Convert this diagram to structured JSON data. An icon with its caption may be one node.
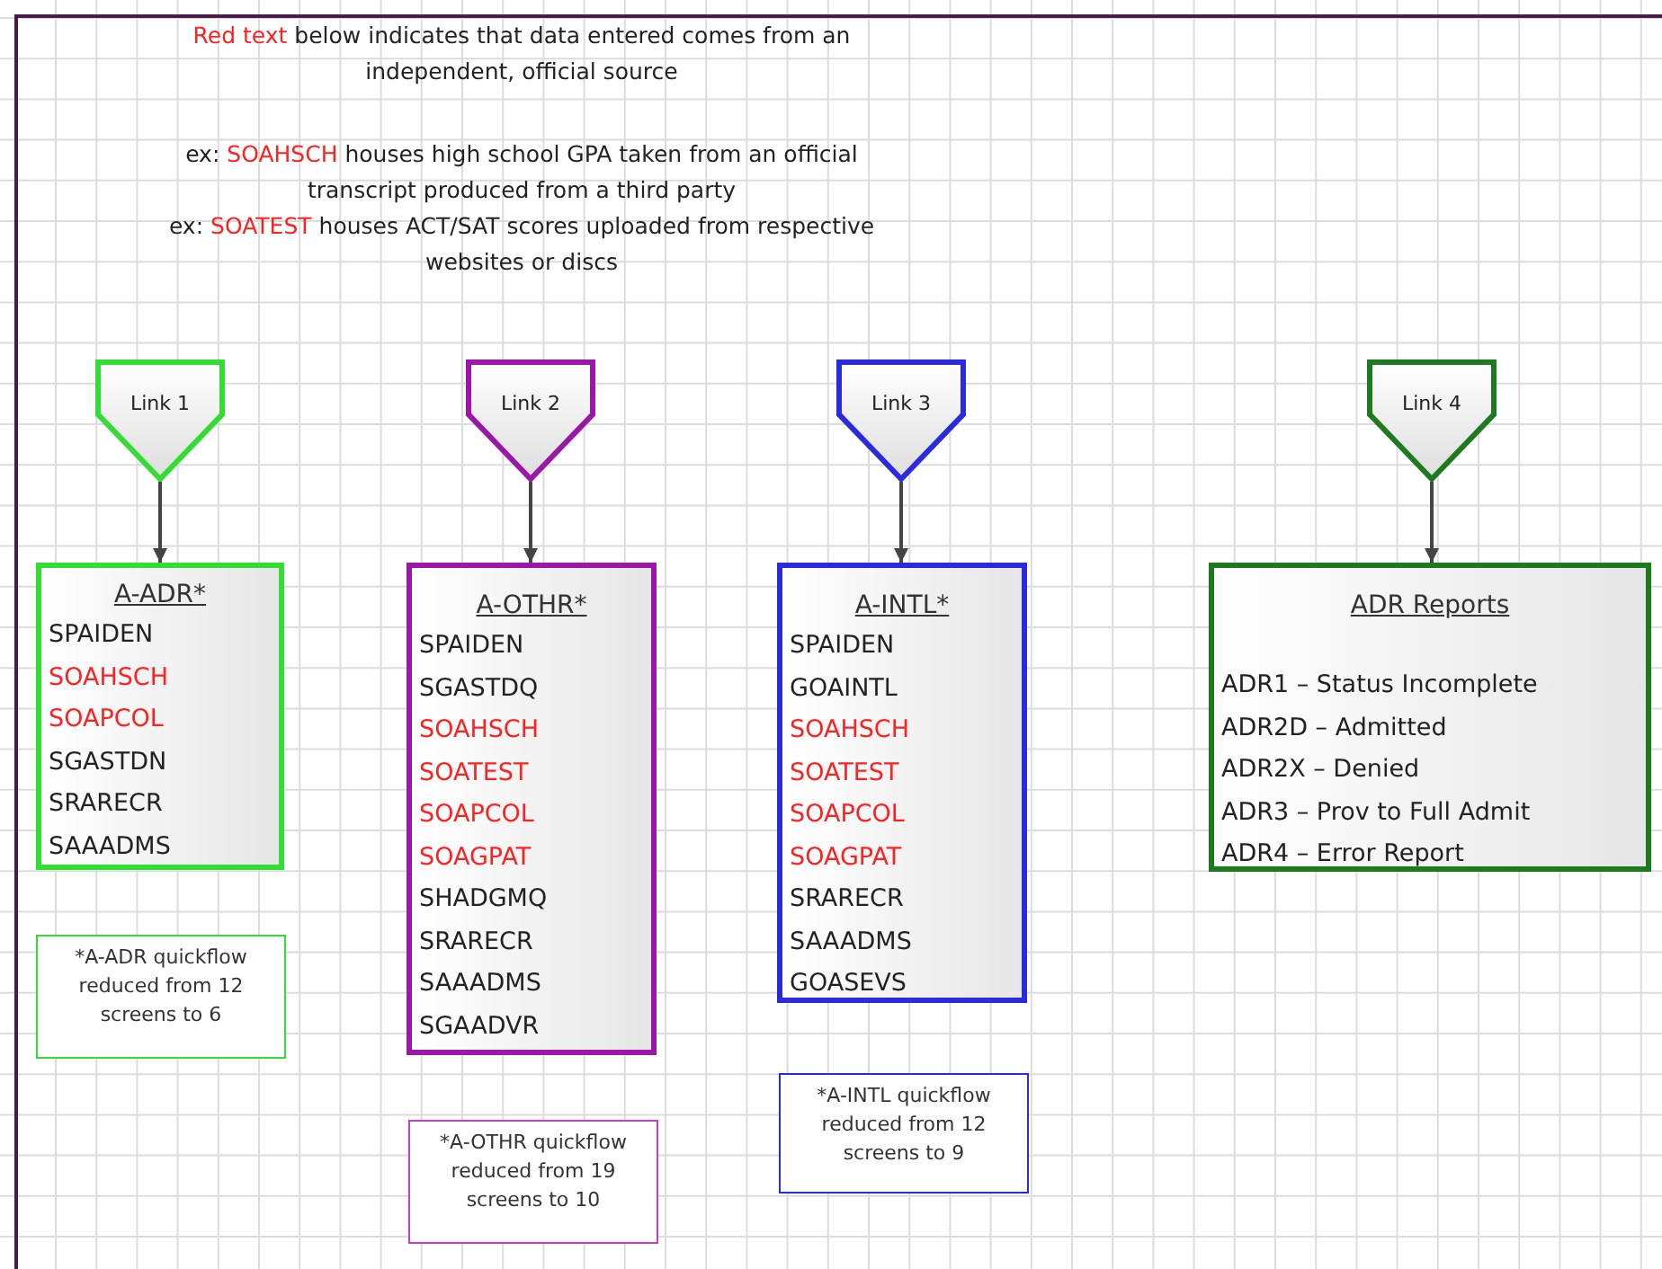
{
  "diagram": {
    "nodes": [
      {
        "text": [
          "Link 1"
        ]
      },
      {
        "text": [
          "Link 2"
        ]
      },
      {
        "text": [
          "Link 3"
        ]
      },
      {
        "text": [
          "Link 4"
        ]
      },
      {
        "text": [
          "A-ADR*",
          "SPAIDEN",
          "SOAHSCH",
          "SOAPCOL",
          "SGASTDN",
          "SRARECR",
          "SAAADMS"
        ]
      },
      {
        "text": [
          "A-OTHR*",
          "SPAIDEN",
          "SGASTDQ",
          "SOAHSCH",
          "SOATEST",
          "SOAPCOL",
          "SOAGPAT",
          "SHADGMQ",
          "SRARECR",
          "SAAADMS",
          "SGAADVR"
        ]
      },
      {
        "text": [
          "A-INTL*",
          "SPAIDEN",
          "GOAINTL",
          "SOAHSCH",
          "SOATEST",
          "SOAPCOL",
          "SOAGPAT",
          "SRARECR",
          "SAAADMS",
          "GOASEVS"
        ]
      },
      {
        "text": [
          "ADR Reports",
          "ADR1 – Status Incomplete",
          "ADR2D – Admitted",
          "ADR2X – Denied",
          "ADR3 – Prov to Full Admit",
          "ADR4 – Error Report"
        ]
      },
      {
        "text": [
          "*A-ADR quickflow reduced from 12 screens to 6"
        ]
      },
      {
        "text": [
          "*A-OTHR quickflow reduced from 19 screens to 10"
        ]
      },
      {
        "text": [
          "*A-INTL quickflow reduced from 12 screens to 9"
        ]
      }
    ],
    "edges": [
      {
        "from": 0,
        "to": 4,
        "arrow": "to"
      },
      {
        "from": 1,
        "to": 5,
        "arrow": "to"
      },
      {
        "from": 2,
        "to": 6,
        "arrow": "to"
      },
      {
        "from": 3,
        "to": 7,
        "arrow": "to"
      }
    ],
    "labels": [
      "Red text",
      "below indicates that data entered comes from an independent, official source",
      "ex:",
      "SOAHSCH",
      "houses high school GPA taken from an official transcript produced from a third party",
      "ex:",
      "SOATEST",
      "houses ACT/SAT scores uploaded from respective websites or discs"
    ]
  }
}
